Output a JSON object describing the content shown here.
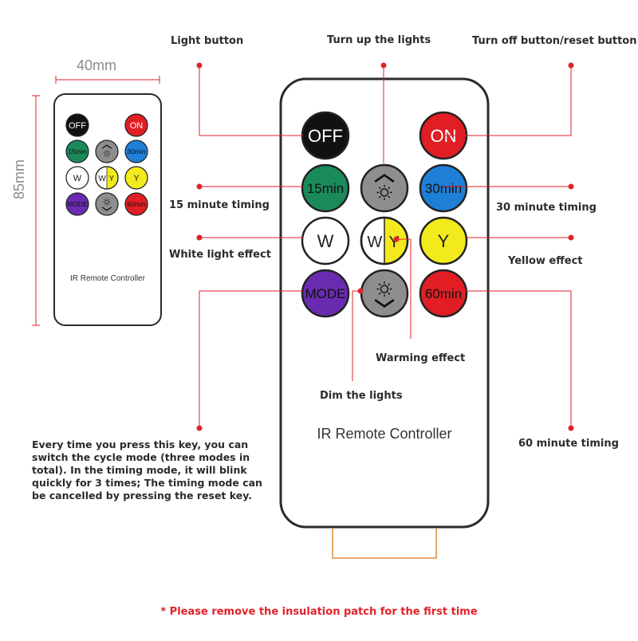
{
  "dimensions": {
    "width": "40mm",
    "height": "85mm"
  },
  "remote": {
    "brand": "IR Remote Controller",
    "buttons": [
      {
        "id": "off",
        "label": "OFF",
        "fill": "#111111",
        "text_color": "#ffffff"
      },
      {
        "id": "on",
        "label": "ON",
        "fill": "#e01e24",
        "text_color": "#ffffff"
      },
      {
        "id": "15min",
        "label": "15min",
        "fill": "#1a8a5a",
        "text_color": "#111111"
      },
      {
        "id": "up",
        "label": "",
        "fill": "#8e8e8e",
        "text_color": "#111111"
      },
      {
        "id": "30min",
        "label": "30min",
        "fill": "#1e7fd6",
        "text_color": "#111111"
      },
      {
        "id": "w",
        "label": "W",
        "fill": "#ffffff",
        "text_color": "#222222"
      },
      {
        "id": "wy",
        "label_w": "W",
        "label_y": "Y",
        "fill": "#ffffff",
        "fill_y": "#f2ea1c",
        "text_color": "#222222"
      },
      {
        "id": "y",
        "label": "Y",
        "fill": "#f2ea1c",
        "text_color": "#222222"
      },
      {
        "id": "mode",
        "label": "MODE",
        "fill": "#6a2bb0",
        "text_color": "#111111"
      },
      {
        "id": "down",
        "label": "",
        "fill": "#8e8e8e",
        "text_color": "#111111"
      },
      {
        "id": "60min",
        "label": "60min",
        "fill": "#e01e24",
        "text_color": "#111111"
      }
    ]
  },
  "callouts": {
    "light_button": "Light button",
    "turn_up": "Turn up the lights",
    "turn_off_reset": "Turn off button/reset button",
    "t15": "15 minute timing",
    "t30": "30 minute timing",
    "white_effect": "White light effect",
    "yellow_effect": "Yellow effect",
    "warming_effect": "Warming effect",
    "dim_lights": "Dim the lights",
    "t60": "60 minute timing"
  },
  "mode_description": "Every time you press this key, you can switch the cycle mode (three modes in total). In the timing mode, it will blink quickly for 3 times; The timing mode can be cancelled by pressing the reset key.",
  "notice": "* Please remove the insulation patch for the first time",
  "colors": {
    "leader": "#e0222a",
    "outline": "#2b2b2b",
    "dimension": "#e0222a"
  }
}
